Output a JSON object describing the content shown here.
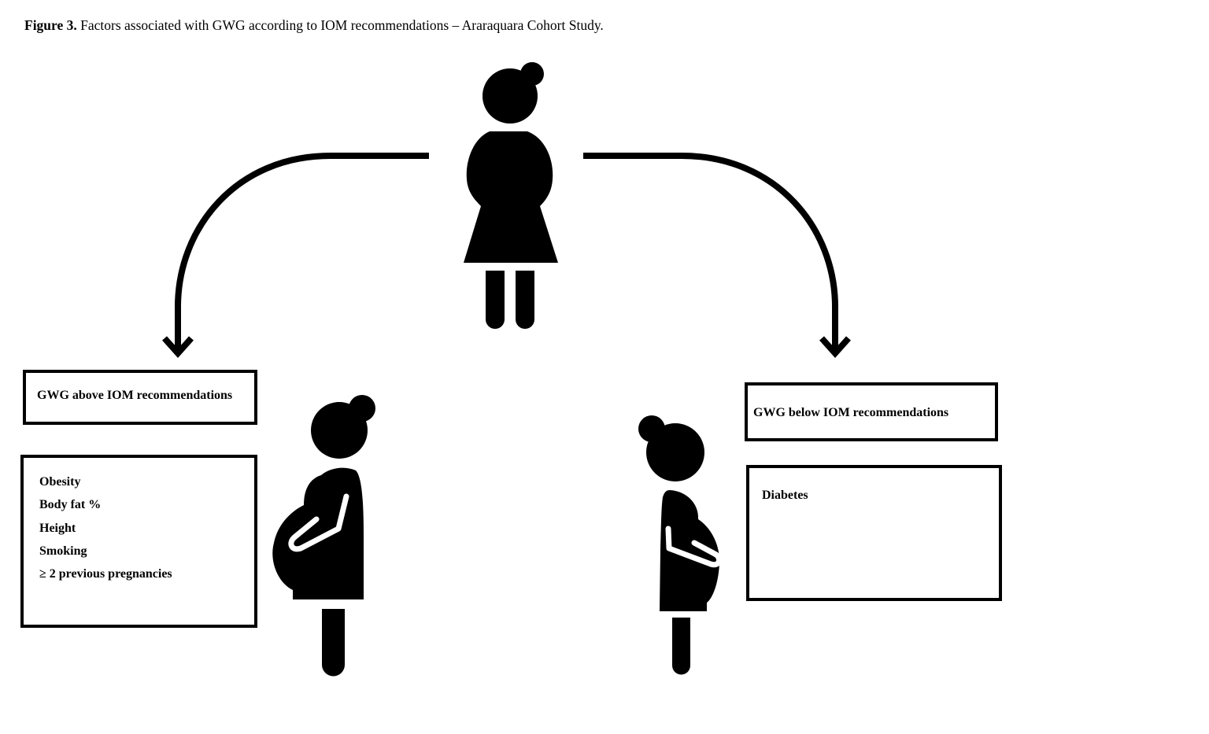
{
  "caption": {
    "label": "Figure 3.",
    "text": " Factors associated with GWG according to IOM recommendations – Araraquara Cohort Study."
  },
  "icons": {
    "top": "standing-woman-icon",
    "left": "pregnant-woman-large-belly-icon",
    "right": "pregnant-woman-small-icon"
  },
  "branches": {
    "above": {
      "title": "GWG above IOM recommendations",
      "factors": [
        "Obesity",
        "Body fat %",
        "Height",
        "Smoking",
        "≥ 2 previous pregnancies"
      ]
    },
    "below": {
      "title": "GWG below IOM recommendations",
      "factors": [
        "Diabetes"
      ]
    }
  },
  "colors": {
    "ink": "#000000",
    "background": "#ffffff"
  }
}
